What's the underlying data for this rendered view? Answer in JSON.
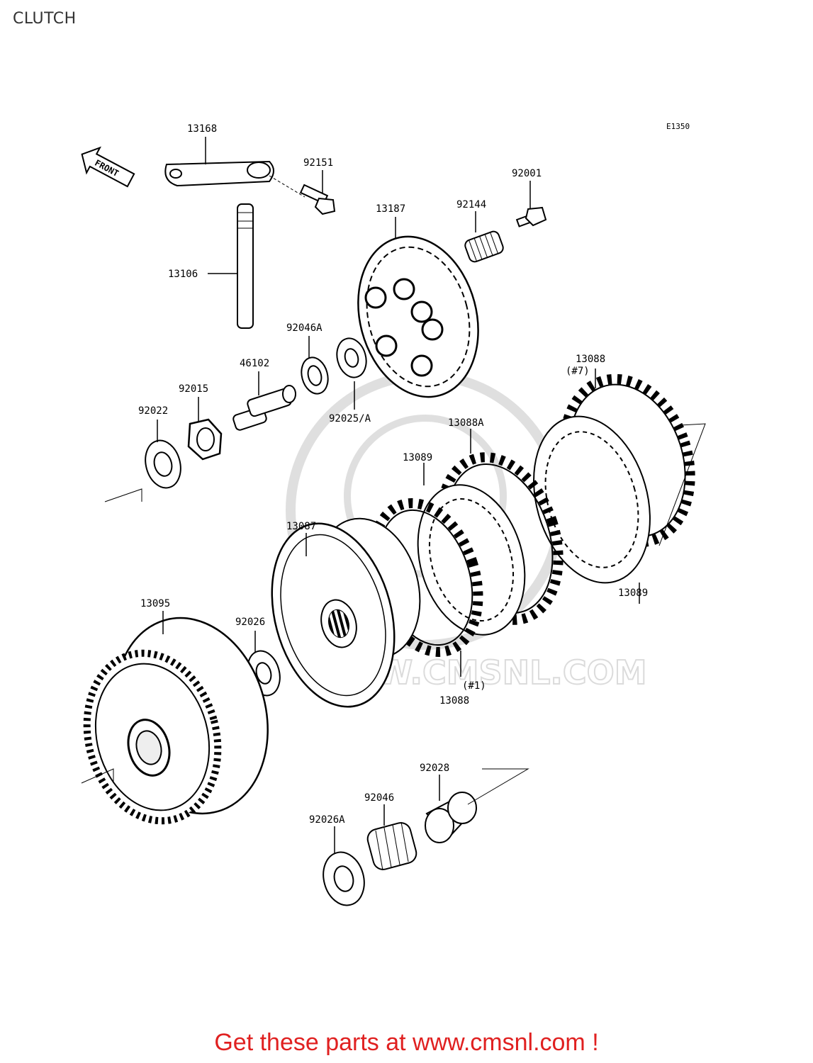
{
  "page": {
    "title": "CLUTCH"
  },
  "diagram": {
    "code": "E1350",
    "front_label": "FRONT",
    "watermark": "WWW.CMSNL.COM",
    "parts": {
      "p13168": "13168",
      "p92151": "92151",
      "p92001": "92001",
      "p13187": "13187",
      "p92144": "92144",
      "p13106": "13106",
      "p92046A": "92046A",
      "p46102": "46102",
      "p92015": "92015",
      "p92022": "92022",
      "p92025A": "92025/A",
      "p13088_top": "13088",
      "p13088_top_note": "(#7)",
      "p13088A": "13088A",
      "p13089_left": "13089",
      "p13087": "13087",
      "p13089_right": "13089",
      "p13095": "13095",
      "p92026": "92026",
      "p13088_bottom_note": "(#1)",
      "p13088_bottom": "13088",
      "p92028": "92028",
      "p92046": "92046",
      "p92026A": "92026A"
    }
  },
  "footer": {
    "text": "Get these parts at www.cmsnl.com !"
  }
}
